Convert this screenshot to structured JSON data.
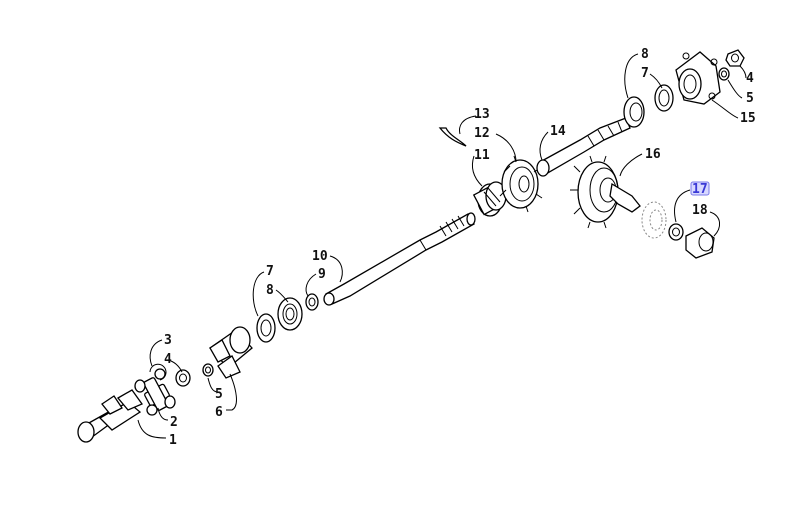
{
  "callouts": [
    {
      "id": "c1",
      "label": "1"
    },
    {
      "id": "c2",
      "label": "2"
    },
    {
      "id": "c3",
      "label": "3"
    },
    {
      "id": "c4a",
      "label": "4"
    },
    {
      "id": "c5a",
      "label": "5"
    },
    {
      "id": "c6",
      "label": "6"
    },
    {
      "id": "c7a",
      "label": "7"
    },
    {
      "id": "c8a",
      "label": "8"
    },
    {
      "id": "c9",
      "label": "9"
    },
    {
      "id": "c10",
      "label": "10"
    },
    {
      "id": "c11",
      "label": "11"
    },
    {
      "id": "c12",
      "label": "12"
    },
    {
      "id": "c13",
      "label": "13"
    },
    {
      "id": "c14",
      "label": "14"
    },
    {
      "id": "c16",
      "label": "16"
    },
    {
      "id": "c17",
      "label": "17"
    },
    {
      "id": "c18",
      "label": "18"
    },
    {
      "id": "c8b",
      "label": "8"
    },
    {
      "id": "c7b",
      "label": "7"
    },
    {
      "id": "c4b",
      "label": "4"
    },
    {
      "id": "c5b",
      "label": "5"
    },
    {
      "id": "c15",
      "label": "15"
    }
  ],
  "highlighted_callout": "17",
  "colors": {
    "highlight_text": "#3a39d6",
    "highlight_box": "#d8d9ff"
  }
}
